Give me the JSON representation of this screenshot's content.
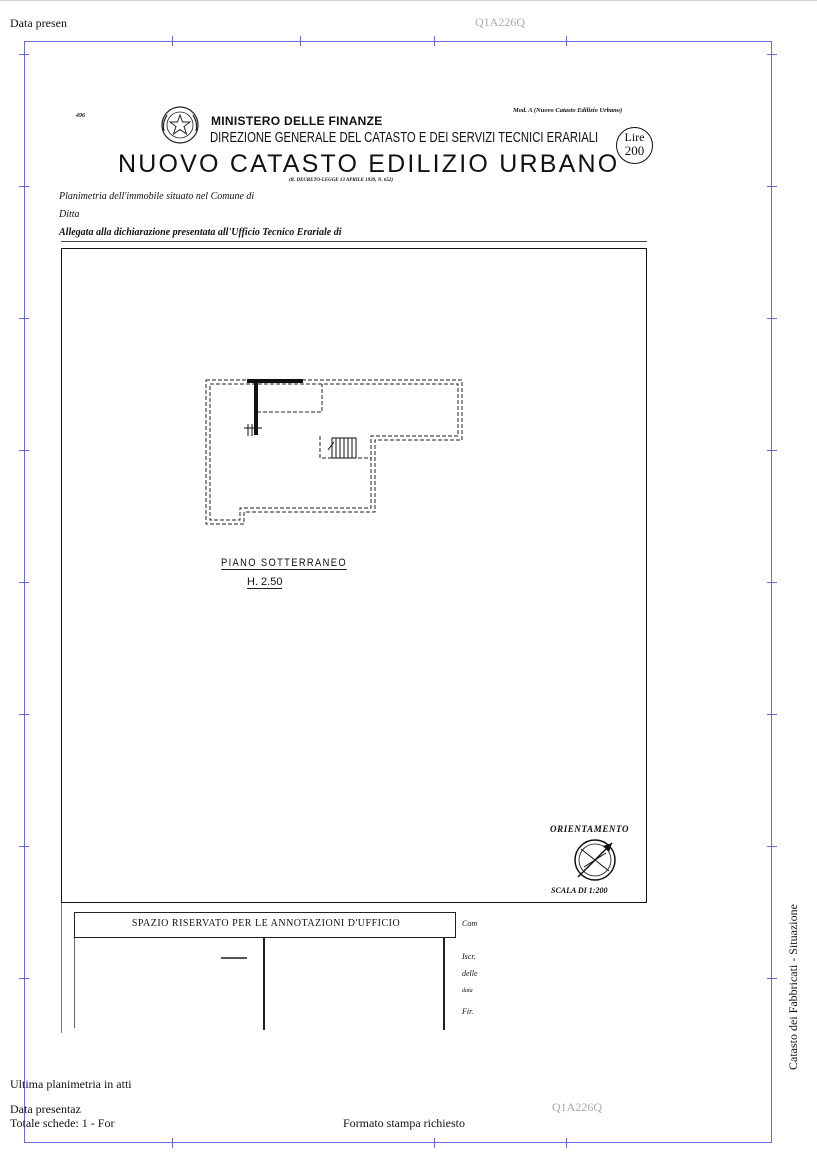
{
  "header_line": "Data presen",
  "header_id": "Q1A226Q",
  "form": {
    "code_top": "Mod. A (Nuovo Catasto Edilizio Urbano)",
    "left_code": "496",
    "ministry": "MINISTERO DELLE FINANZE",
    "directorate": "DIREZIONE GENERALE DEL CATASTO E DEI SERVIZI TECNICI ERARIALI",
    "title": "NUOVO CATASTO EDILIZIO URBANO",
    "decree": "(R. DECRETO-LEGGE 13 APRILE 1939, N. 652)",
    "lire_label": "Lire",
    "lire_value": "200",
    "line1": "Planimetria dell'immobile situato nel Comune di",
    "line2": "Ditta",
    "line3": "Allegata alla dichiarazione presentata all'Ufficio Tecnico Erariale di"
  },
  "plan": {
    "floor_label": "PIANO SOTTERRANEO",
    "height_label": "H. 2.50"
  },
  "orientation": {
    "label": "ORIENTAMENTO",
    "scale": "SCALA DI 1:200"
  },
  "office": {
    "reserved": "SPAZIO RISERVATO PER LE ANNOTAZIONI D'UFFICIO",
    "right_labels": [
      "Com",
      "Iscr.",
      "delle",
      "data",
      "Fir."
    ]
  },
  "footer": {
    "last_plan": "Ultima planimetria in atti",
    "presented": "Data presentaz",
    "sheets": "Totale schede: 1 - For",
    "print_format": "Formato stampa richiesto",
    "footer_id": "Q1A226Q"
  },
  "side_text": "Catasto dei Fabbricati - Situazione"
}
